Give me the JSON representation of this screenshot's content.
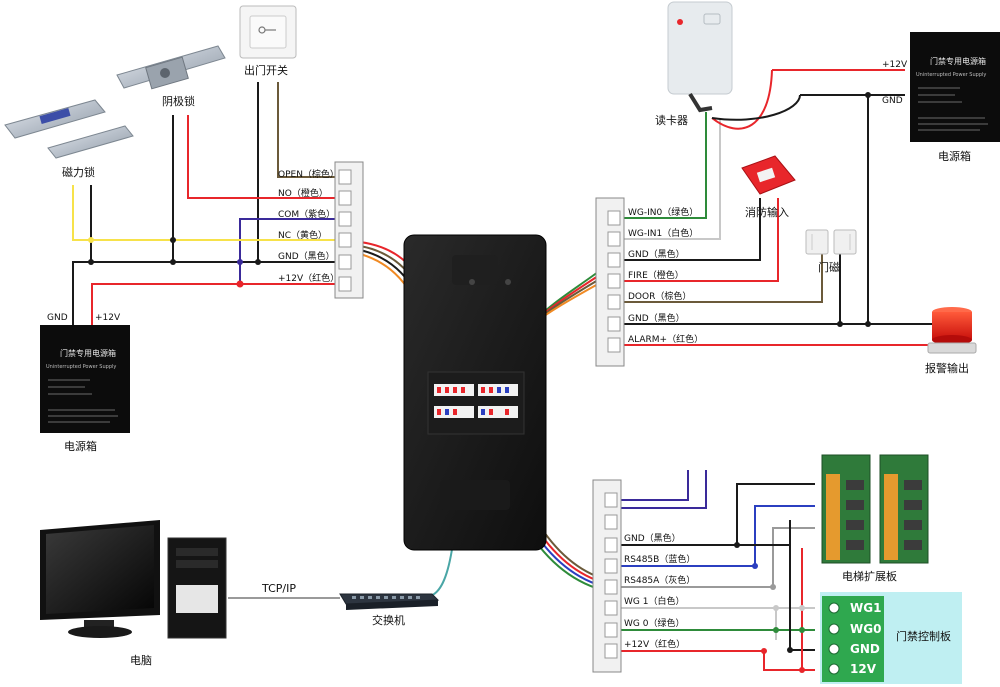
{
  "colors": {
    "red": "#e8262b",
    "black": "#1a1a1a",
    "yellow": "#f7e24a",
    "purple": "#3a2a9a",
    "brown": "#6b5a3a",
    "green": "#2e8b3a",
    "white_wire": "#c8c8c8",
    "blue": "#2b3fc0",
    "gray_wire": "#9a9a9a",
    "panel_light": "#bfeff2",
    "wg_green": "#2fa84f"
  },
  "left_terminal": {
    "items": [
      {
        "label": "OPEN（棕色）"
      },
      {
        "label": "NO（橙色）"
      },
      {
        "label": "COM（紫色）"
      },
      {
        "label": "NC（黄色）"
      },
      {
        "label": "GND（黑色）"
      },
      {
        "label": "+12V（红色）"
      }
    ]
  },
  "right_top_terminal": {
    "items": [
      {
        "label": "WG-IN0（绿色）"
      },
      {
        "label": "WG-IN1（白色）"
      },
      {
        "label": "GND（黑色）"
      },
      {
        "label": "FIRE（橙色）"
      },
      {
        "label": "DOOR（棕色）"
      },
      {
        "label": "GND（黑色）"
      },
      {
        "label": "ALARM+（红色）"
      }
    ]
  },
  "right_bottom_terminal": {
    "items": [
      {
        "label": "GND（黑色）"
      },
      {
        "label": "RS485B（蓝色）"
      },
      {
        "label": "RS485A（灰色）"
      },
      {
        "label": "WG 1（白色）"
      },
      {
        "label": "WG 0（绿色）"
      },
      {
        "label": "+12V（红色）"
      }
    ]
  },
  "devices": {
    "magnetic_lock": "磁力锁",
    "strike_lock": "阴极锁",
    "exit_button": "出门开关",
    "card_reader": "读卡器",
    "fire_input": "消防输入",
    "door_sensor": "门磁",
    "alarm_output": "报警输出",
    "psu_left": "电源箱",
    "psu_right": "电源箱",
    "computer": "电脑",
    "switch": "交换机",
    "elevator_board": "电梯扩展板",
    "access_board": "门禁控制板"
  },
  "psu": {
    "title": "门禁专用电源箱",
    "subtitle": "Uninterrupted Power Supply"
  },
  "psu_left_labels": {
    "gnd": "GND",
    "v12": "+12V"
  },
  "psu_right_labels": {
    "v12": "+12V",
    "gnd": "GND"
  },
  "network": {
    "protocol": "TCP/IP"
  },
  "access_board_terminals": [
    "WG1",
    "WG0",
    "GND",
    "12V"
  ]
}
